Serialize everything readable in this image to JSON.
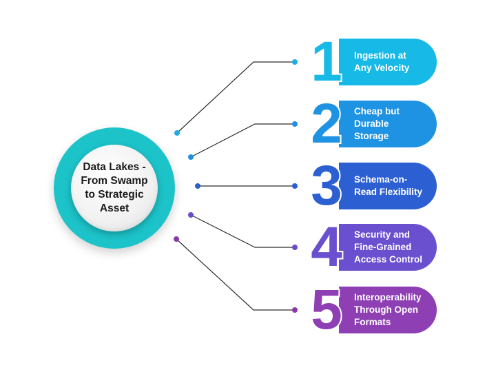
{
  "hub": {
    "title": "Data Lakes -\nFrom Swamp\nto Strategic\nAsset",
    "ring_color": "#1cc3c9"
  },
  "items": [
    {
      "number": "1",
      "label": "Ingestion at\nAny Velocity",
      "color": "#17b9e6",
      "dot_color": "#21a9e1"
    },
    {
      "number": "2",
      "label": "Cheap but\nDurable\nStorage",
      "color": "#1f93e3",
      "dot_color": "#1f8fe0"
    },
    {
      "number": "3",
      "label": "Schema-on-\nRead Flexibility",
      "color": "#2c5fd2",
      "dot_color": "#2b5fcf"
    },
    {
      "number": "4",
      "label": "Security and\nFine-Grained\nAccess Control",
      "color": "#6a4fcf",
      "dot_color": "#6a4bc9"
    },
    {
      "number": "5",
      "label": "Interoperability\nThrough Open\nFormats",
      "color": "#8e3fb3",
      "dot_color": "#8a3aa8"
    }
  ]
}
